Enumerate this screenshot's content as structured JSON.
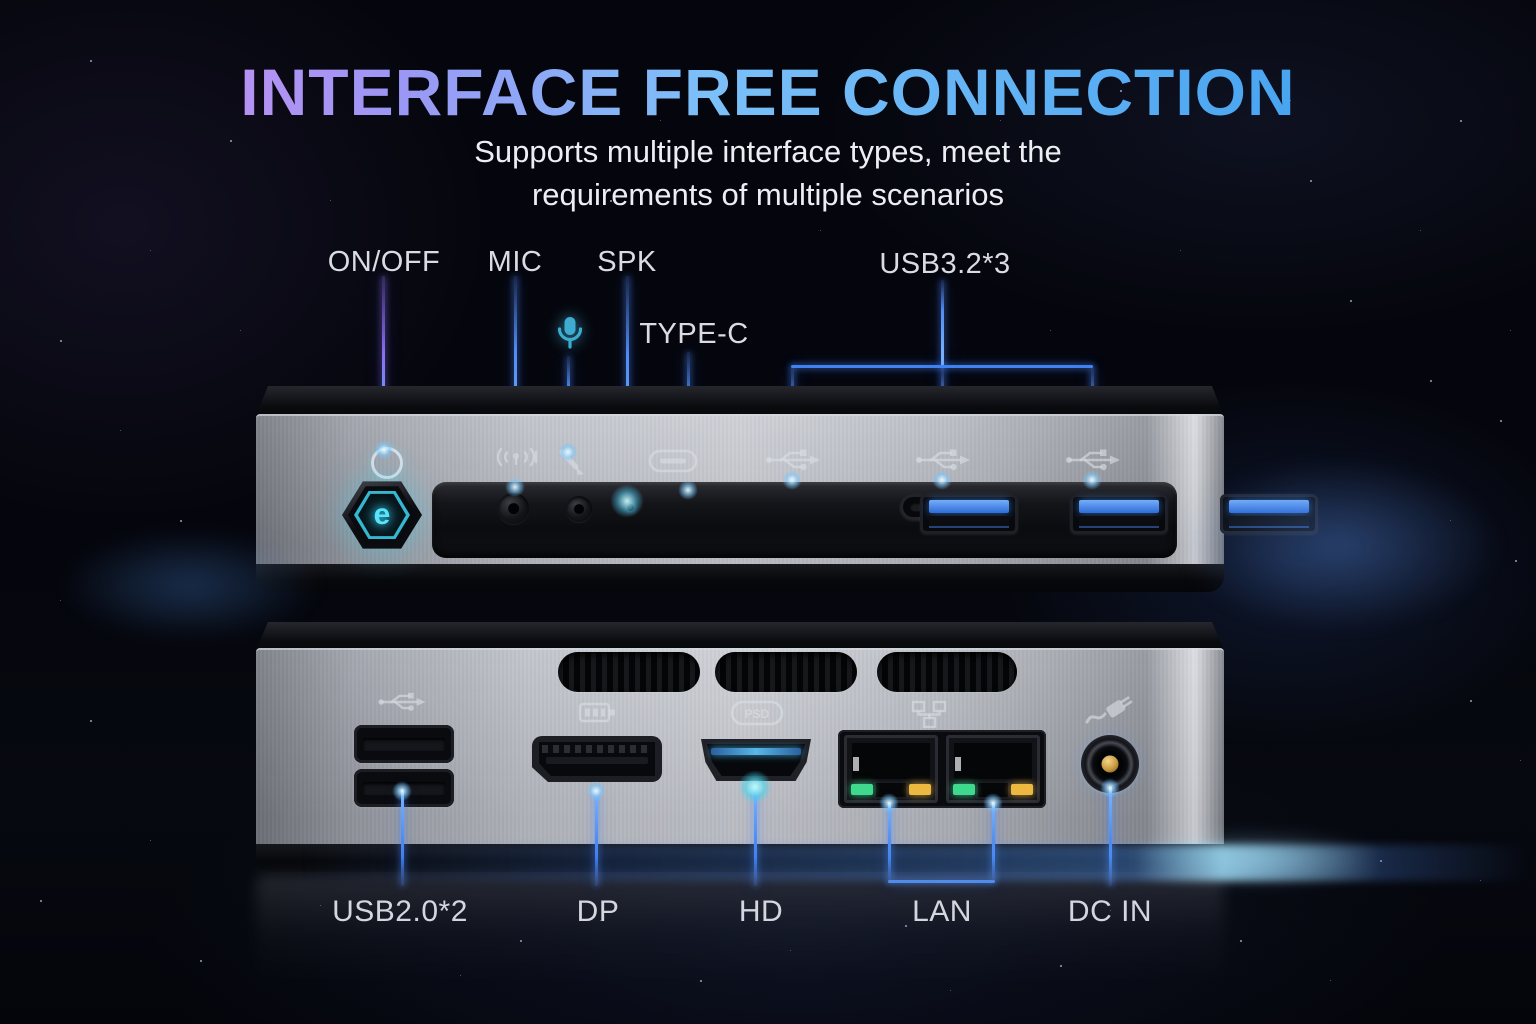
{
  "header": {
    "title": "INTERFACE FREE CONNECTION",
    "subtitle_line1": "Supports multiple interface types, meet the",
    "subtitle_line2": "requirements of multiple scenarios"
  },
  "front_panel": {
    "labels": {
      "power": "ON/OFF",
      "mic": "MIC",
      "spk": "SPK",
      "typec": "TYPE-C",
      "usb3": "USB3.2*3"
    }
  },
  "back_panel": {
    "labels": {
      "usb2": "USB2.0*2",
      "dp": "DP",
      "hd": "HD",
      "lan": "LAN",
      "dcin": "DC IN"
    },
    "hdmi_icon_text": "PSD"
  },
  "colors": {
    "title_grad_1": "#c98ef2",
    "title_grad_2": "#9b97f4",
    "title_grad_3": "#7cc0f8",
    "title_grad_4": "#48a4f0",
    "line_blue": "#3f83f0",
    "line_purple": "#8a6df2",
    "accent_cyan": "#45d6f2",
    "label_text": "#d9dce3"
  }
}
